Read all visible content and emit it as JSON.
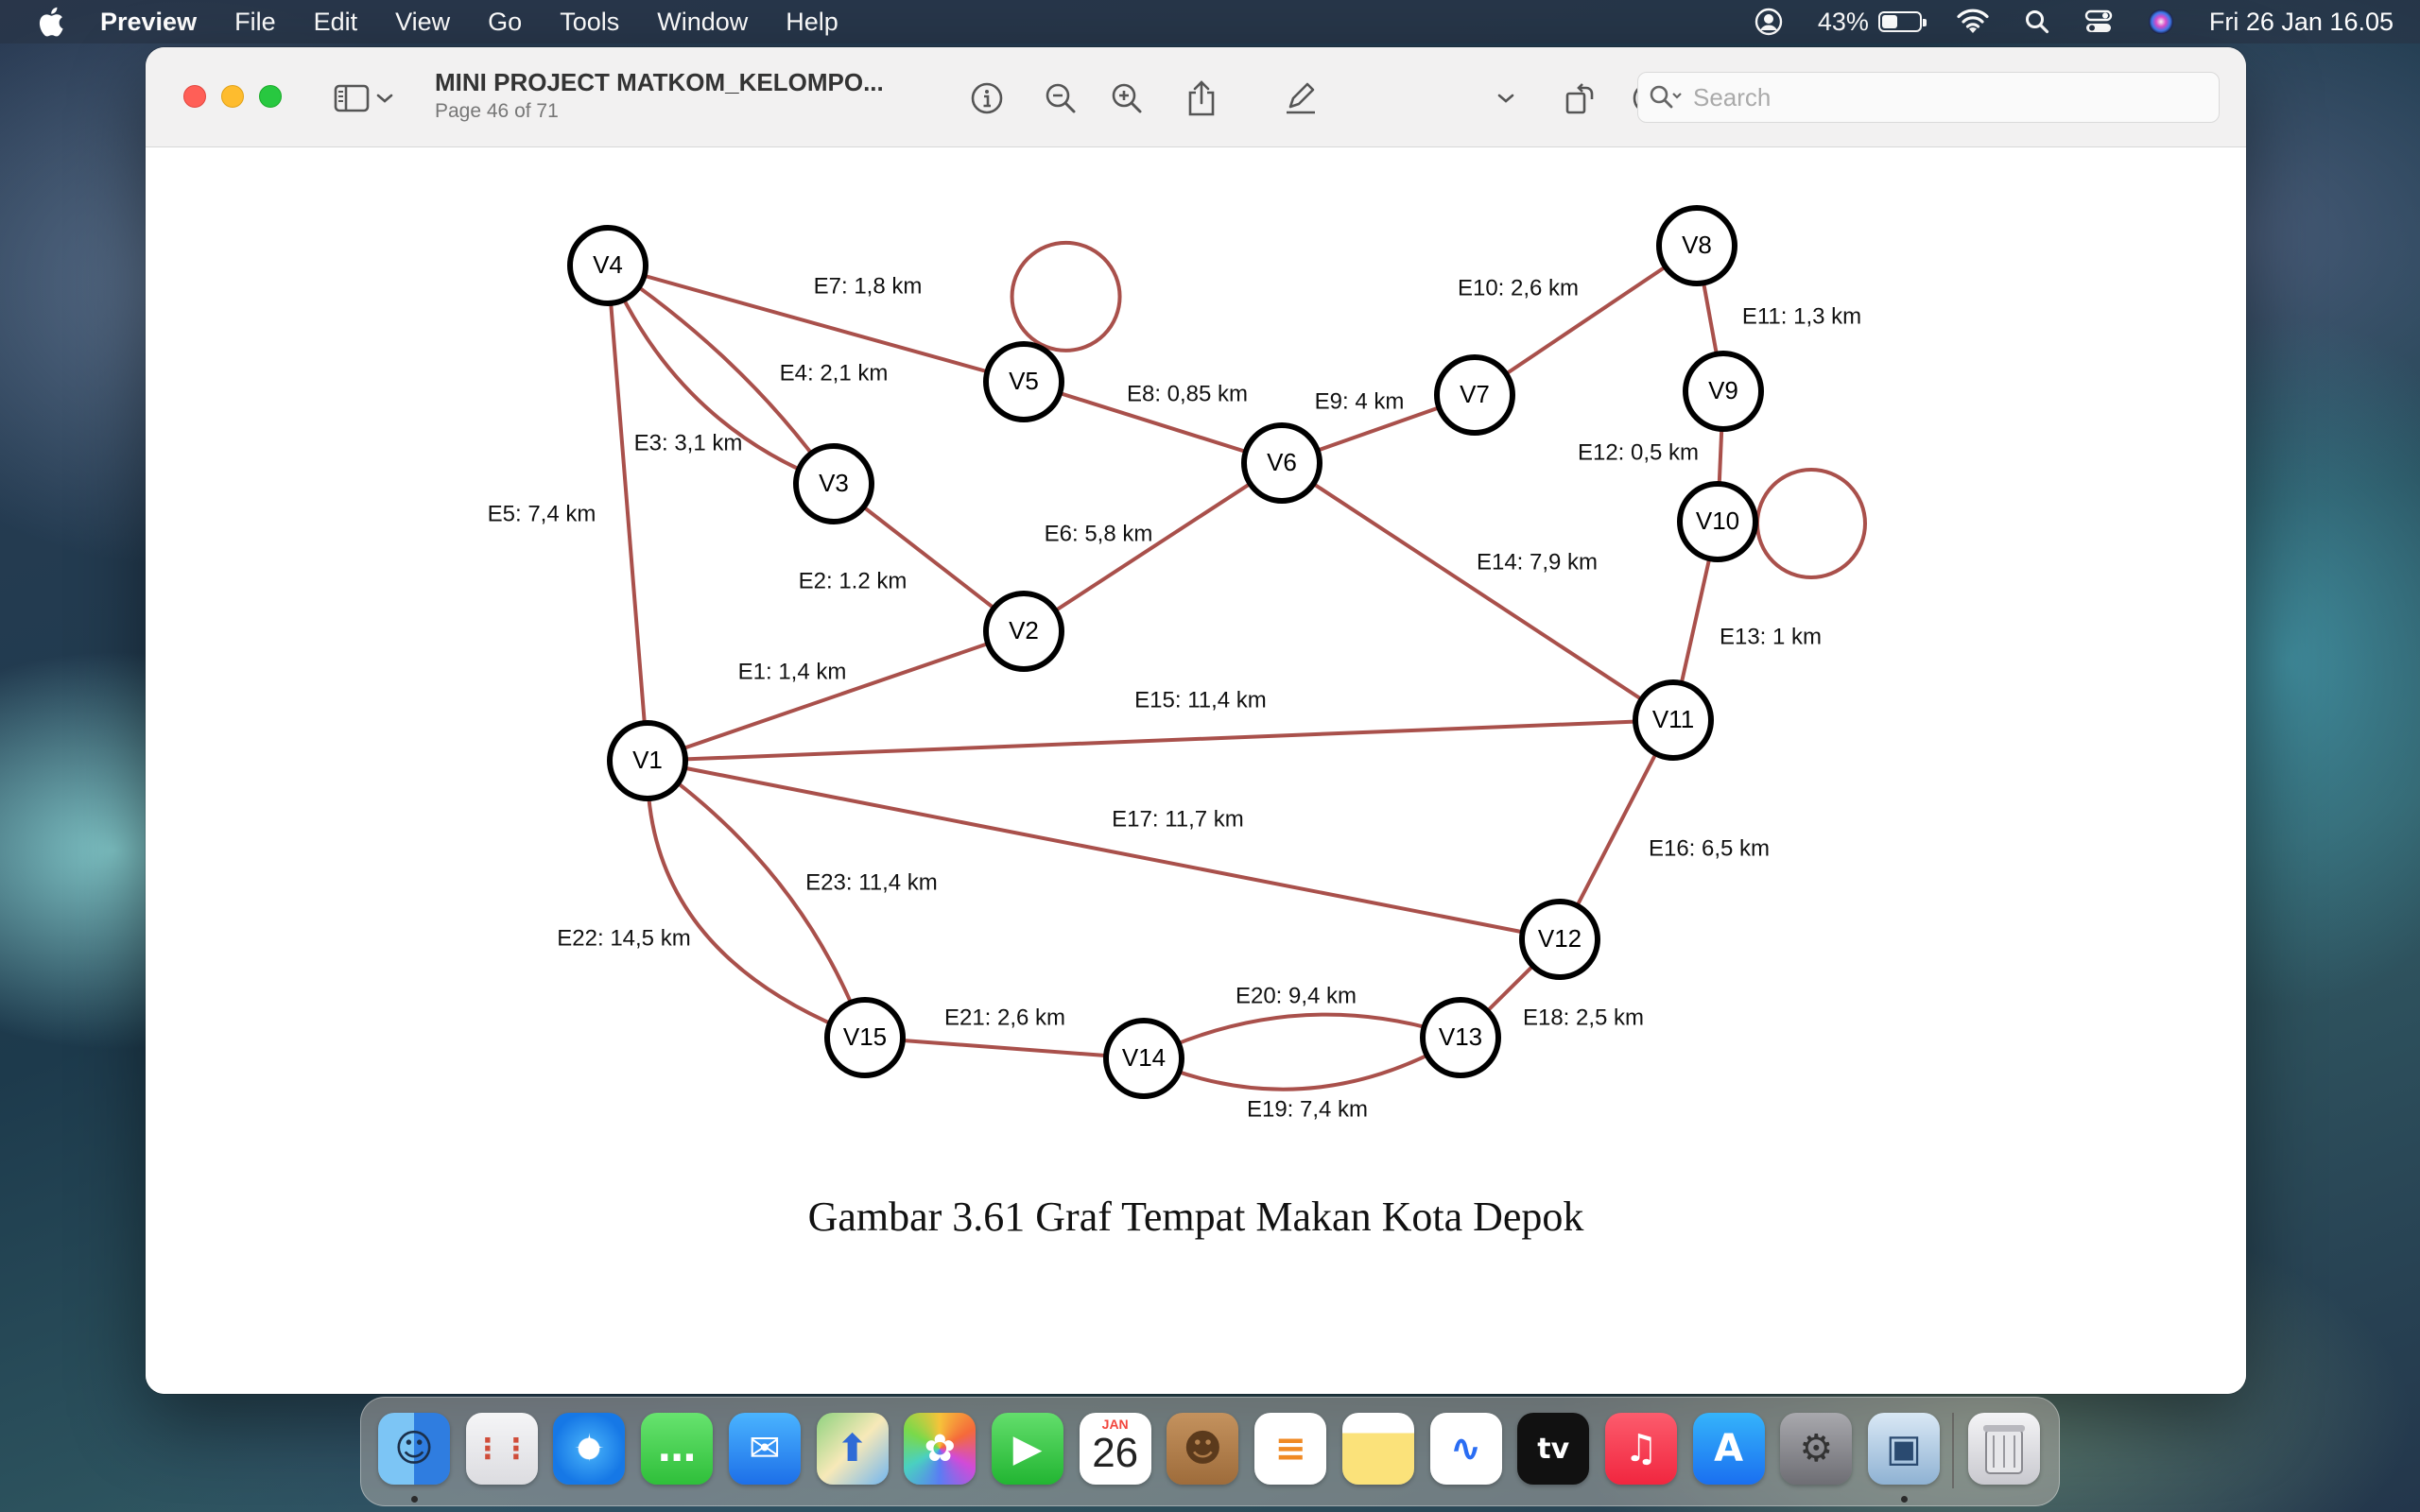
{
  "menubar": {
    "app_name": "Preview",
    "menus": [
      "File",
      "Edit",
      "View",
      "Go",
      "Tools",
      "Window",
      "Help"
    ],
    "battery_percent": "43%",
    "battery_level": 0.43,
    "datetime": "Fri 26 Jan  16.05"
  },
  "window": {
    "title": "MINI PROJECT MATKOM_KELOMPO...",
    "page_info": "Page 46 of 71",
    "search_placeholder": "Search",
    "toolbar_icons": [
      "sidebar-icon",
      "chevron-down-icon",
      "info-icon",
      "zoom-out-icon",
      "zoom-in-icon",
      "share-icon",
      "markup-pen-icon",
      "chevron-down-icon",
      "rotate-icon",
      "annotate-icon",
      "signature-icon",
      "search-icon"
    ]
  },
  "graph": {
    "edge_color": "#a9504b",
    "nodes": [
      "V1",
      "V2",
      "V3",
      "V4",
      "V5",
      "V6",
      "V7",
      "V8",
      "V9",
      "V10",
      "V11",
      "V12",
      "V13",
      "V14",
      "V15"
    ],
    "edges": [
      {
        "id": "E1",
        "from": "V1",
        "to": "V2",
        "label": "E1: 1,4 km"
      },
      {
        "id": "E2",
        "from": "V3",
        "to": "V2",
        "label": "E2: 1.2 km"
      },
      {
        "id": "E3",
        "from": "V4",
        "to": "V3",
        "label": "E3: 3,1 km"
      },
      {
        "id": "E4",
        "from": "V4",
        "to": "V3",
        "label": "E4: 2,1 km"
      },
      {
        "id": "E5",
        "from": "V4",
        "to": "V1",
        "label": "E5: 7,4 km"
      },
      {
        "id": "E6",
        "from": "V2",
        "to": "V6",
        "label": "E6: 5,8 km"
      },
      {
        "id": "E7",
        "from": "V4",
        "to": "V5",
        "label": "E7: 1,8 km"
      },
      {
        "id": "E8",
        "from": "V5",
        "to": "V6",
        "label": "E8: 0,85 km"
      },
      {
        "id": "E9",
        "from": "V6",
        "to": "V7",
        "label": "E9: 4 km"
      },
      {
        "id": "E10",
        "from": "V7",
        "to": "V8",
        "label": "E10: 2,6 km"
      },
      {
        "id": "E11",
        "from": "V8",
        "to": "V9",
        "label": "E11: 1,3 km"
      },
      {
        "id": "E12",
        "from": "V9",
        "to": "V10",
        "label": "E12: 0,5 km"
      },
      {
        "id": "E13",
        "from": "V10",
        "to": "V11",
        "label": "E13: 1 km"
      },
      {
        "id": "E14",
        "from": "V6",
        "to": "V11",
        "label": "E14: 7,9 km"
      },
      {
        "id": "E15",
        "from": "V1",
        "to": "V11",
        "label": "E15: 11,4 km"
      },
      {
        "id": "E16",
        "from": "V11",
        "to": "V12",
        "label": "E16: 6,5 km"
      },
      {
        "id": "E17",
        "from": "V1",
        "to": "V12",
        "label": "E17: 11,7 km"
      },
      {
        "id": "E18",
        "from": "V12",
        "to": "V13",
        "label": "E18: 2,5 km"
      },
      {
        "id": "E19",
        "from": "V13",
        "to": "V14",
        "label": "E19: 7,4 km"
      },
      {
        "id": "E20",
        "from": "V14",
        "to": "V13",
        "label": "E20: 9,4 km"
      },
      {
        "id": "E21",
        "from": "V15",
        "to": "V14",
        "label": "E21: 2,6 km"
      },
      {
        "id": "E22",
        "from": "V1",
        "to": "V15",
        "label": "E22: 14,5 km"
      },
      {
        "id": "E23",
        "from": "V1",
        "to": "V15",
        "label": "E23: 11,4 km"
      },
      {
        "id": "L1",
        "from": "V5",
        "to": "V5",
        "label": ""
      },
      {
        "id": "L2",
        "from": "V10",
        "to": "V10",
        "label": ""
      }
    ]
  },
  "caption": "Gambar 3.61 Graf Tempat Makan Kota Depok",
  "dock": {
    "apps": [
      "Finder",
      "Launchpad",
      "Safari",
      "Messages",
      "Mail",
      "Maps",
      "Photos",
      "FaceTime",
      "Calendar",
      "Contacts",
      "Reminders",
      "Notes",
      "Freeform",
      "TV",
      "Music",
      "App Store",
      "System Settings",
      "Preview"
    ],
    "calendar_month": "JAN",
    "calendar_day": "26",
    "trash": "Trash"
  }
}
